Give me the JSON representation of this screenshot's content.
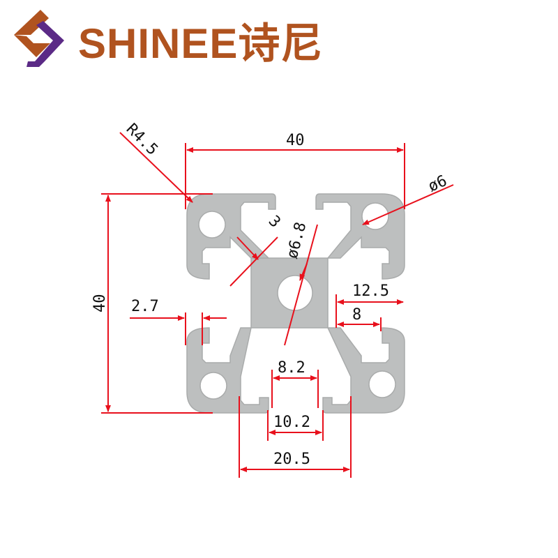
{
  "brand": {
    "name": "SHINEE诗尼",
    "colors": {
      "logo_orange": "#b0531f",
      "logo_purple": "#5b2a86"
    }
  },
  "colors": {
    "profile_fill": "#bdbfbf",
    "profile_stroke": "#a9abab",
    "dimension_red": "#e8101c"
  },
  "dimensions": {
    "width": "40",
    "height": "40",
    "corner_radius": "R4.5",
    "hole_diameter": "ø6",
    "center_bore": "ø6.8",
    "web_thickness": "3",
    "wall_thickness": "2.7",
    "slot_depth_outer": "12.5",
    "slot_depth_inner": "8",
    "slot_opening": "8.2",
    "slot_inner": "10.2",
    "slot_outer": "20.5"
  }
}
